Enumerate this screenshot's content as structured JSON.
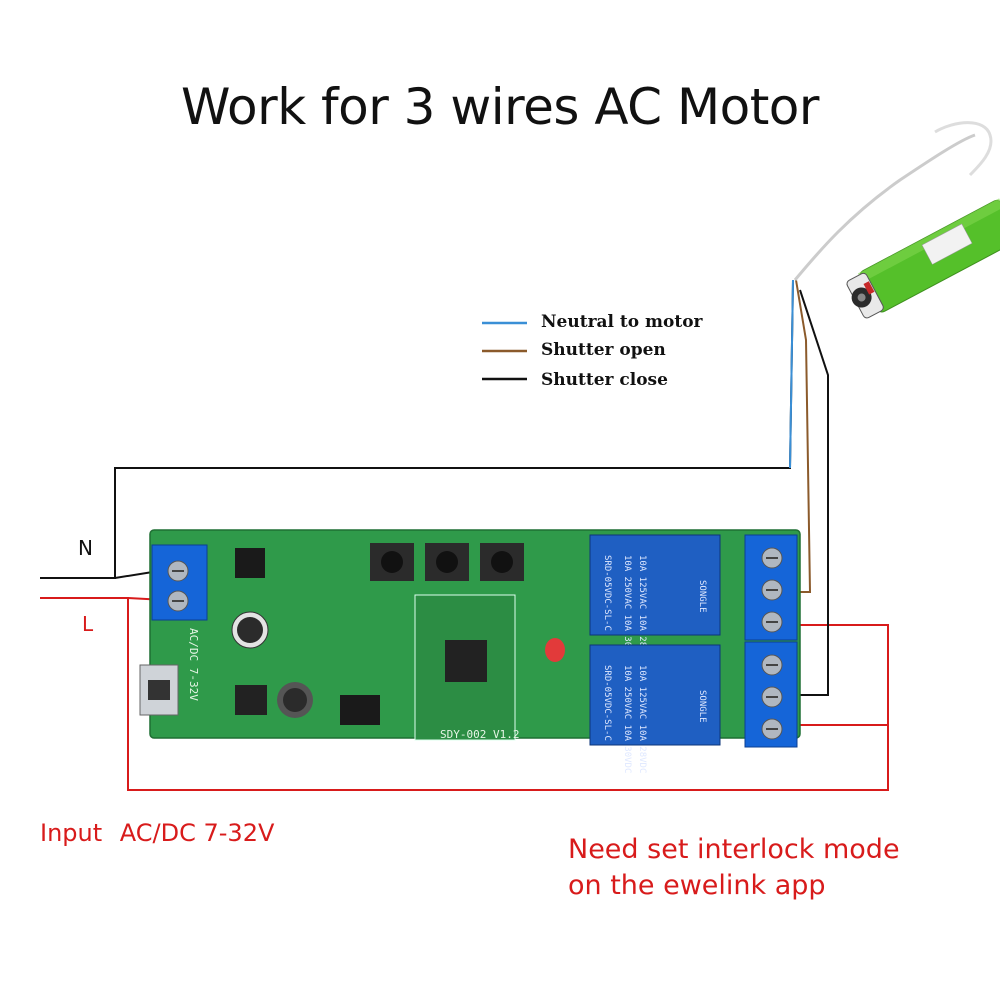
{
  "title": "Work for 3 wires AC Motor",
  "legend": [
    {
      "label": "Neutral to motor",
      "color": "#3a8fd6"
    },
    {
      "label": "Shutter open",
      "color": "#8b5a2b"
    },
    {
      "label": "Shutter close",
      "color": "#111111"
    }
  ],
  "terminals": {
    "n_label": "N",
    "l_label": "L"
  },
  "input_label": "Input",
  "input_value": "AC/DC 7-32V",
  "note_line1": "Need set interlock mode",
  "note_line2": "on the ewelink app",
  "board": {
    "power_silk": "AC/DC 7-32V",
    "module_silk": "SDY-002 V1.2",
    "relay_brand": "SONGLE",
    "relay_model": "SRD-05VDC-SL-C",
    "relay_rating_1": "10A 250VAC 10A 30VDC",
    "relay_rating_2": "10A 125VAC 10A 28VDC"
  },
  "colors": {
    "neutral": "#3a8fd6",
    "open": "#8b5a2b",
    "close": "#111111",
    "live": "#d81b1b",
    "pcb": "#2f9a4a",
    "relay": "#1f5fc2",
    "terminal": "#1565d8",
    "motor": "#55c02a"
  }
}
